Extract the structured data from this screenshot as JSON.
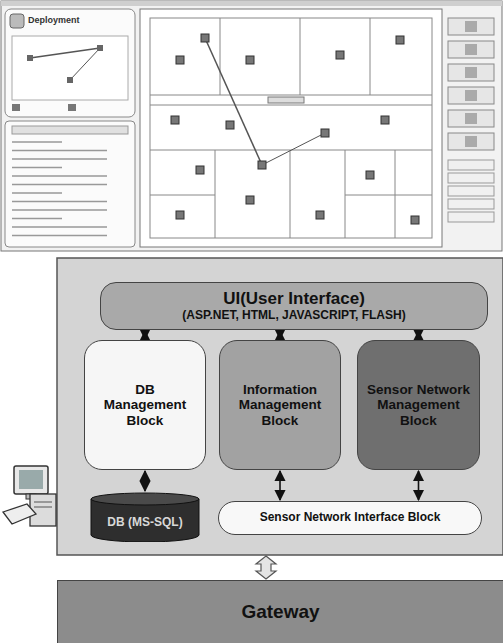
{
  "diagram": {
    "nodes": [
      {
        "text": [
          "UI(User Interface)",
          "(ASP.NET, HTML, JAVASCRIPT, FLASH)"
        ]
      },
      {
        "text": [
          "DB Management Block"
        ]
      },
      {
        "text": [
          "Information Management Block"
        ]
      },
      {
        "text": [
          "Sensor Network Management Block"
        ]
      },
      {
        "text": [
          "DB (MS-SQL)"
        ]
      },
      {
        "text": [
          "Sensor Network Interface Block"
        ]
      },
      {
        "text": [
          "Gateway"
        ]
      }
    ],
    "edges": [
      {
        "from": 0,
        "to": 1,
        "arrow": "both"
      },
      {
        "from": 0,
        "to": 2,
        "arrow": "both"
      },
      {
        "from": 0,
        "to": 3,
        "arrow": "both"
      },
      {
        "from": 1,
        "to": 4,
        "arrow": "both"
      },
      {
        "from": 2,
        "to": 5,
        "arrow": "both"
      },
      {
        "from": 3,
        "to": 5,
        "arrow": "both"
      }
    ],
    "labels": [
      "Deployment"
    ]
  }
}
